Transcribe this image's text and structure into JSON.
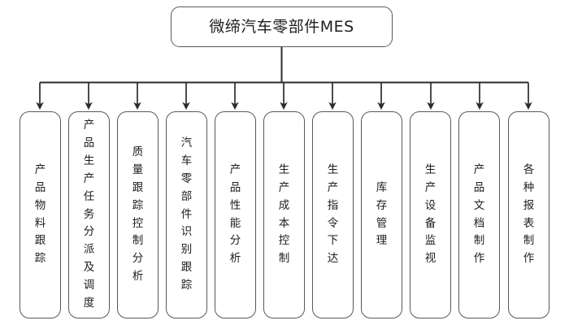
{
  "diagram": {
    "type": "organizational-tree",
    "orientation": "top-down",
    "background_color": "#ffffff",
    "border_color": "#585858",
    "text_color": "#1d1d1d",
    "root": {
      "label": "微缔汽车零部件MES",
      "text_orientation": "horizontal"
    },
    "connector": {
      "style": "orthogonal-bus-with-arrowheads",
      "arrowhead": "filled-triangle"
    },
    "leaf_count": 11,
    "leaves": [
      {
        "label": "产品物料跟踪",
        "text_orientation": "vertical"
      },
      {
        "label": "产品生产任务分派及调度",
        "text_orientation": "vertical"
      },
      {
        "label": "质量跟踪控制分析",
        "text_orientation": "vertical"
      },
      {
        "label": "汽车零部件识别跟踪",
        "text_orientation": "vertical"
      },
      {
        "label": "产品性能分析",
        "text_orientation": "vertical"
      },
      {
        "label": "生产成本控制",
        "text_orientation": "vertical"
      },
      {
        "label": "生产指令下达",
        "text_orientation": "vertical"
      },
      {
        "label": "库存管理",
        "text_orientation": "vertical"
      },
      {
        "label": "生产设备监视",
        "text_orientation": "vertical"
      },
      {
        "label": "产品文档制作",
        "text_orientation": "vertical"
      },
      {
        "label": "各种报表制作",
        "text_orientation": "vertical"
      }
    ]
  }
}
